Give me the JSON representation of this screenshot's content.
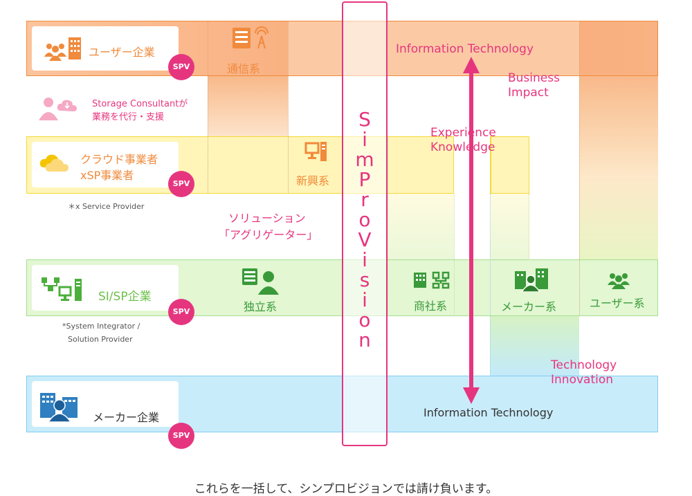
{
  "rows": {
    "user": {
      "label": "ユーザー企業",
      "badge": "SPV",
      "color": "#f39a5b"
    },
    "cloud": {
      "label_line1": "クラウド事業者",
      "label_line2": "xSP事業者",
      "badge": "SPV",
      "note": "＊x Service Provider"
    },
    "si": {
      "label": "SI/SP企業",
      "badge": "SPV",
      "note_line1": "*System Integrator /",
      "note_line2": "Solution Provider"
    },
    "maker": {
      "label": "メーカー企業",
      "badge": "SPV"
    }
  },
  "storage": {
    "line1": "Storage Consultantが",
    "line2": "業務を代行・支援"
  },
  "columns": {
    "tsushin": "通信系",
    "shinko": "新興系",
    "dokuritsu": "独立系",
    "shosha": "商社系",
    "maker": "メーカー系",
    "user": "ユーザー系"
  },
  "solution": {
    "line1": "ソリューション",
    "line2": "「アグリゲーター」"
  },
  "simprovision": [
    "S",
    "i",
    "m",
    "P",
    "r",
    "o",
    "V",
    "i",
    "s",
    "i",
    "o",
    "n"
  ],
  "labels": {
    "it_top": "Information Technology",
    "business_impact_1": "Business",
    "business_impact_2": "Impact",
    "experience": "Experience",
    "knowledge": "Knowledge",
    "tech_innov_1": "Technology",
    "tech_innov_2": "Innovation",
    "it_bottom": "Information Technology"
  },
  "footer": "これらを一括して、シンプロビジョンでは請け負います。",
  "colors": {
    "accent": "#e6357f",
    "orange": "#f08a3c",
    "yellow": "#f5d93a",
    "green": "#a6de8c",
    "blue": "#c3eafb"
  }
}
